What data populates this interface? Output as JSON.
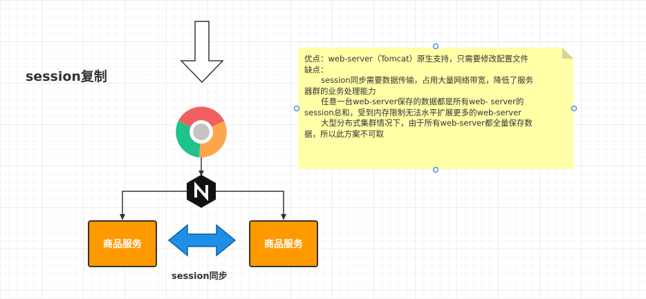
{
  "diagram": {
    "title": "session复制",
    "services": [
      {
        "label": "商品服务"
      },
      {
        "label": "商品服务"
      }
    ],
    "sync_label": "session同步",
    "note": {
      "lines": [
        "优点：web-server（Tomcat）原生支持，只需要修改配置文件",
        "缺点：",
        "session同步需要数据传输，占用大量网络带宽，降低了服务",
        "器群的业务处理能力",
        "任意一台web-server保存的数据都是所有web- server的",
        "session总和，受到内存限制无法水平扩展更多的web-server",
        "大型分布式集群情况下，由于所有web-server都全量保存数",
        "据，所以此方案不可取"
      ]
    },
    "icons": [
      "down-arrow-icon",
      "chrome-browser-icon",
      "nginx-icon",
      "double-arrow-icon"
    ],
    "colors": {
      "service_fill": "#ff9900",
      "note_fill": "#ffffa8",
      "double_arrow": "#1e8fe6",
      "nginx": "#111111"
    }
  }
}
